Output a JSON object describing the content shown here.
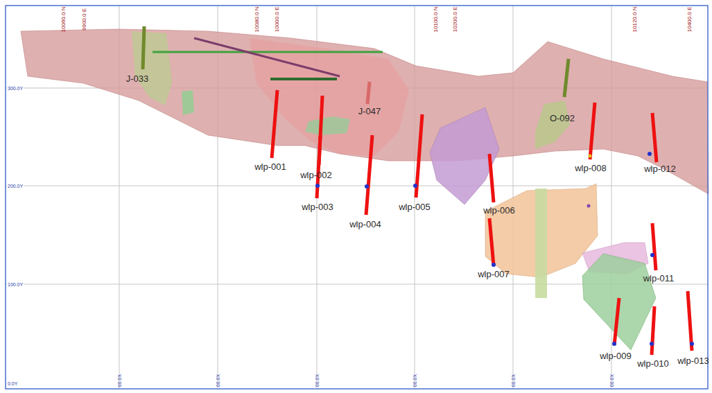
{
  "diagram": {
    "labels": [
      "10060.0 N",
      "9900.0 E",
      "10080.0 N",
      "10000.0 E",
      "10100.0 N",
      "10200.0 E",
      "10120.0 N",
      "10400.0 E",
      "300.0Y",
      "200.0Y",
      "100.0Y",
      "0.0Y",
      "00.0X",
      "00.0X",
      "00.0X",
      "00.0X",
      "00.0X",
      "00.0X",
      "J-033",
      "J-047",
      "O-092",
      "wlp-001",
      "wlp-002",
      "wlp-003",
      "wlp-004",
      "wlp-005",
      "wlp-006",
      "wlp-007",
      "wlp-008",
      "wlp-009",
      "wlp-010",
      "wlp-011",
      "wlp-012",
      "wlp-013"
    ]
  }
}
